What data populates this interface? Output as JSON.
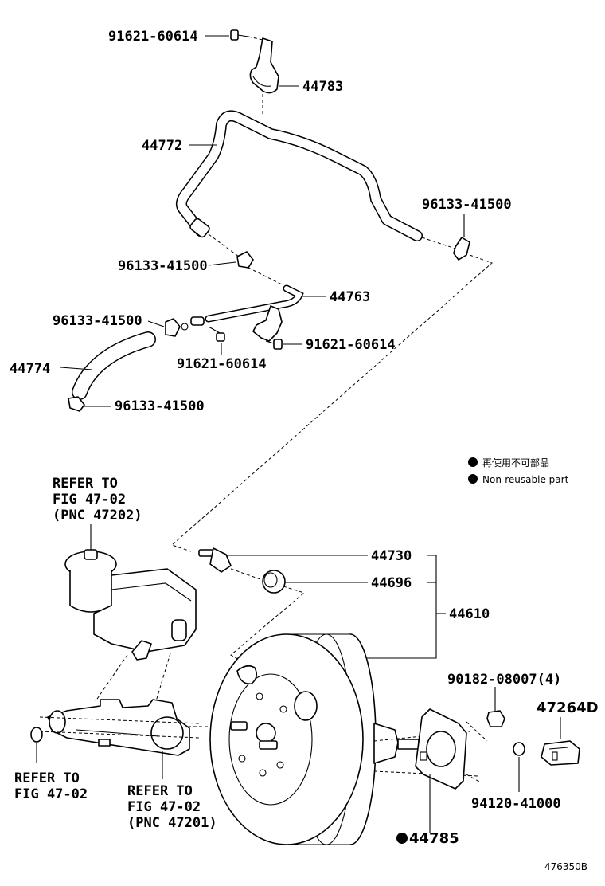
{
  "labels": {
    "p91621_top": "91621-60614",
    "p44783": "44783",
    "p44772": "44772",
    "p96133_right": "96133-41500",
    "p96133_mid": "96133-41500",
    "p44763": "44763",
    "p96133_left": "96133-41500",
    "p91621_mid_right": "91621-60614",
    "p91621_mid": "91621-60614",
    "p44774": "44774",
    "p96133_bottom": "96133-41500",
    "legend_jp": "再使用不可部品",
    "legend_en": "Non-reusable part",
    "refer_top_1": "REFER TO",
    "refer_top_2": "FIG 47-02",
    "refer_top_3": "(PNC 47202)",
    "p44730": "44730",
    "p44696": "44696",
    "p44610": "44610",
    "p90182": "90182-08007(4)",
    "p47264D": "47264D",
    "refer_left_1": "REFER TO",
    "refer_left_2": "FIG 47-02",
    "refer_bottom_1": "REFER TO",
    "refer_bottom_2": "FIG 47-02",
    "refer_bottom_3": "(PNC 47201)",
    "p94120": "94120-41000",
    "p44785": "44785",
    "figure_code": "476350B"
  }
}
